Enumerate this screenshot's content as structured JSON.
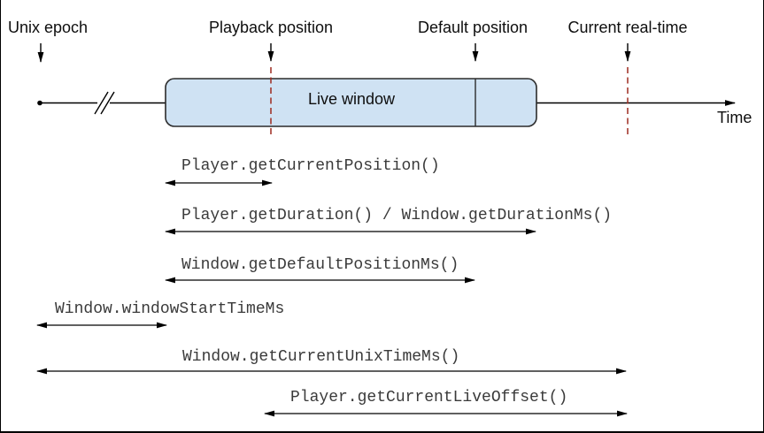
{
  "labels": {
    "unix_epoch": "Unix epoch",
    "playback_position": "Playback position",
    "default_position": "Default position",
    "current_real_time": "Current real-time",
    "live_window": "Live window",
    "time_axis": "Time"
  },
  "methods": [
    {
      "label": "Player.getCurrentPosition()",
      "from": "window-start",
      "to": "playback-position"
    },
    {
      "label": "Player.getDuration() / Window.getDurationMs()",
      "from": "window-start",
      "to": "window-end"
    },
    {
      "label": "Window.getDefaultPositionMs()",
      "from": "window-start",
      "to": "default-position"
    },
    {
      "label": "Window.windowStartTimeMs",
      "from": "unix-epoch",
      "to": "window-start"
    },
    {
      "label": "Window.getCurrentUnixTimeMs()",
      "from": "unix-epoch",
      "to": "current-real-time"
    },
    {
      "label": "Player.getCurrentLiveOffset()",
      "from": "playback-position",
      "to": "current-real-time"
    }
  ],
  "colors": {
    "window_fill": "#cfe2f3",
    "window_stroke": "#2b2b2b",
    "position_marker": "#9e2b20",
    "line": "#000000",
    "code_text": "#3a3a3a"
  }
}
